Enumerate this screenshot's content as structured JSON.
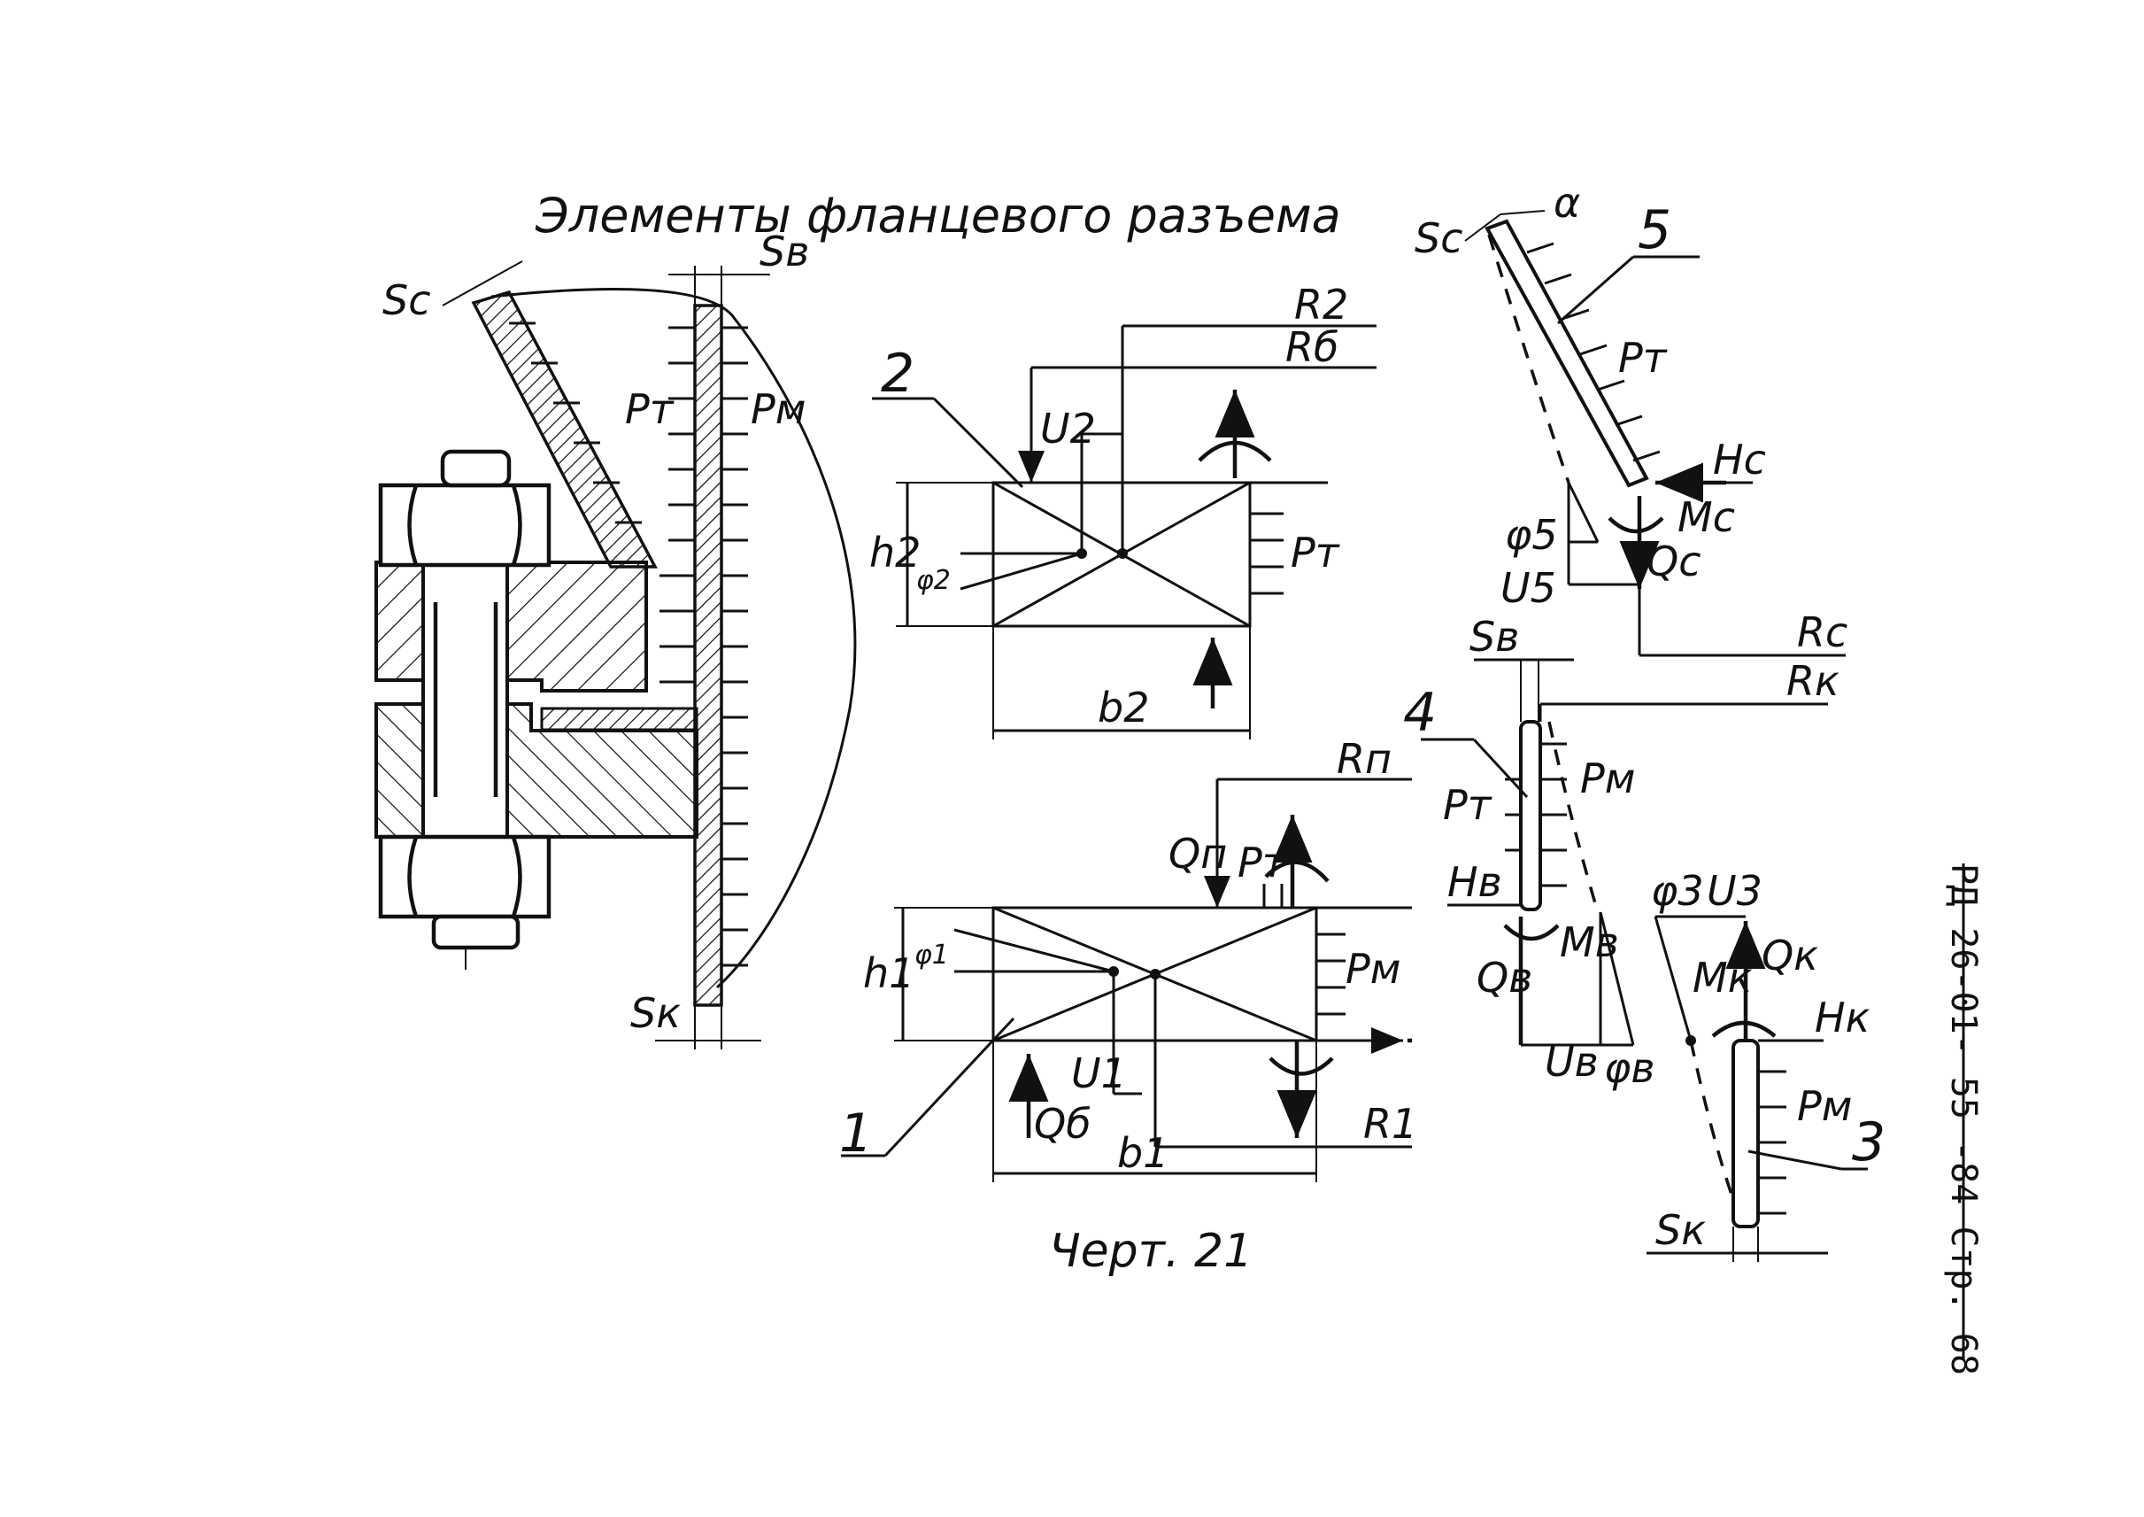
{
  "title": "Элементы фланцевого разъема",
  "caption": "Черт. 21",
  "side_label": "РД 26-01- 55 -84 Стр. 68",
  "labels": {
    "sc": "Sc",
    "sv": "Sв",
    "sk": "Sк",
    "pt": "Pт",
    "pm": "Pм",
    "n1": "1",
    "n2": "2",
    "n3": "3",
    "n4": "4",
    "n5": "5",
    "r2": "R2",
    "rb": "Rб",
    "u2": "U2",
    "h2": "h2",
    "phi2": "φ2",
    "b2": "b2",
    "rp": "Rп",
    "qp": "Qп",
    "h1": "h1",
    "phi1": "φ1",
    "u1": "U1",
    "qb": "Qб",
    "b1": "b1",
    "r1": "R1",
    "alpha": "α",
    "hc": "Hc",
    "mc": "Mc",
    "phi5": "φ5",
    "u5": "U5",
    "qc": "Qc",
    "rc": "Rc",
    "rk": "Rк",
    "hv": "Hв",
    "qv": "Qв",
    "mv": "Mв",
    "uv": "Uв",
    "phiv": "φв",
    "phi3": "φ3",
    "u3": "U3",
    "qk": "Qк",
    "mk": "Mк",
    "hk": "Hк"
  }
}
